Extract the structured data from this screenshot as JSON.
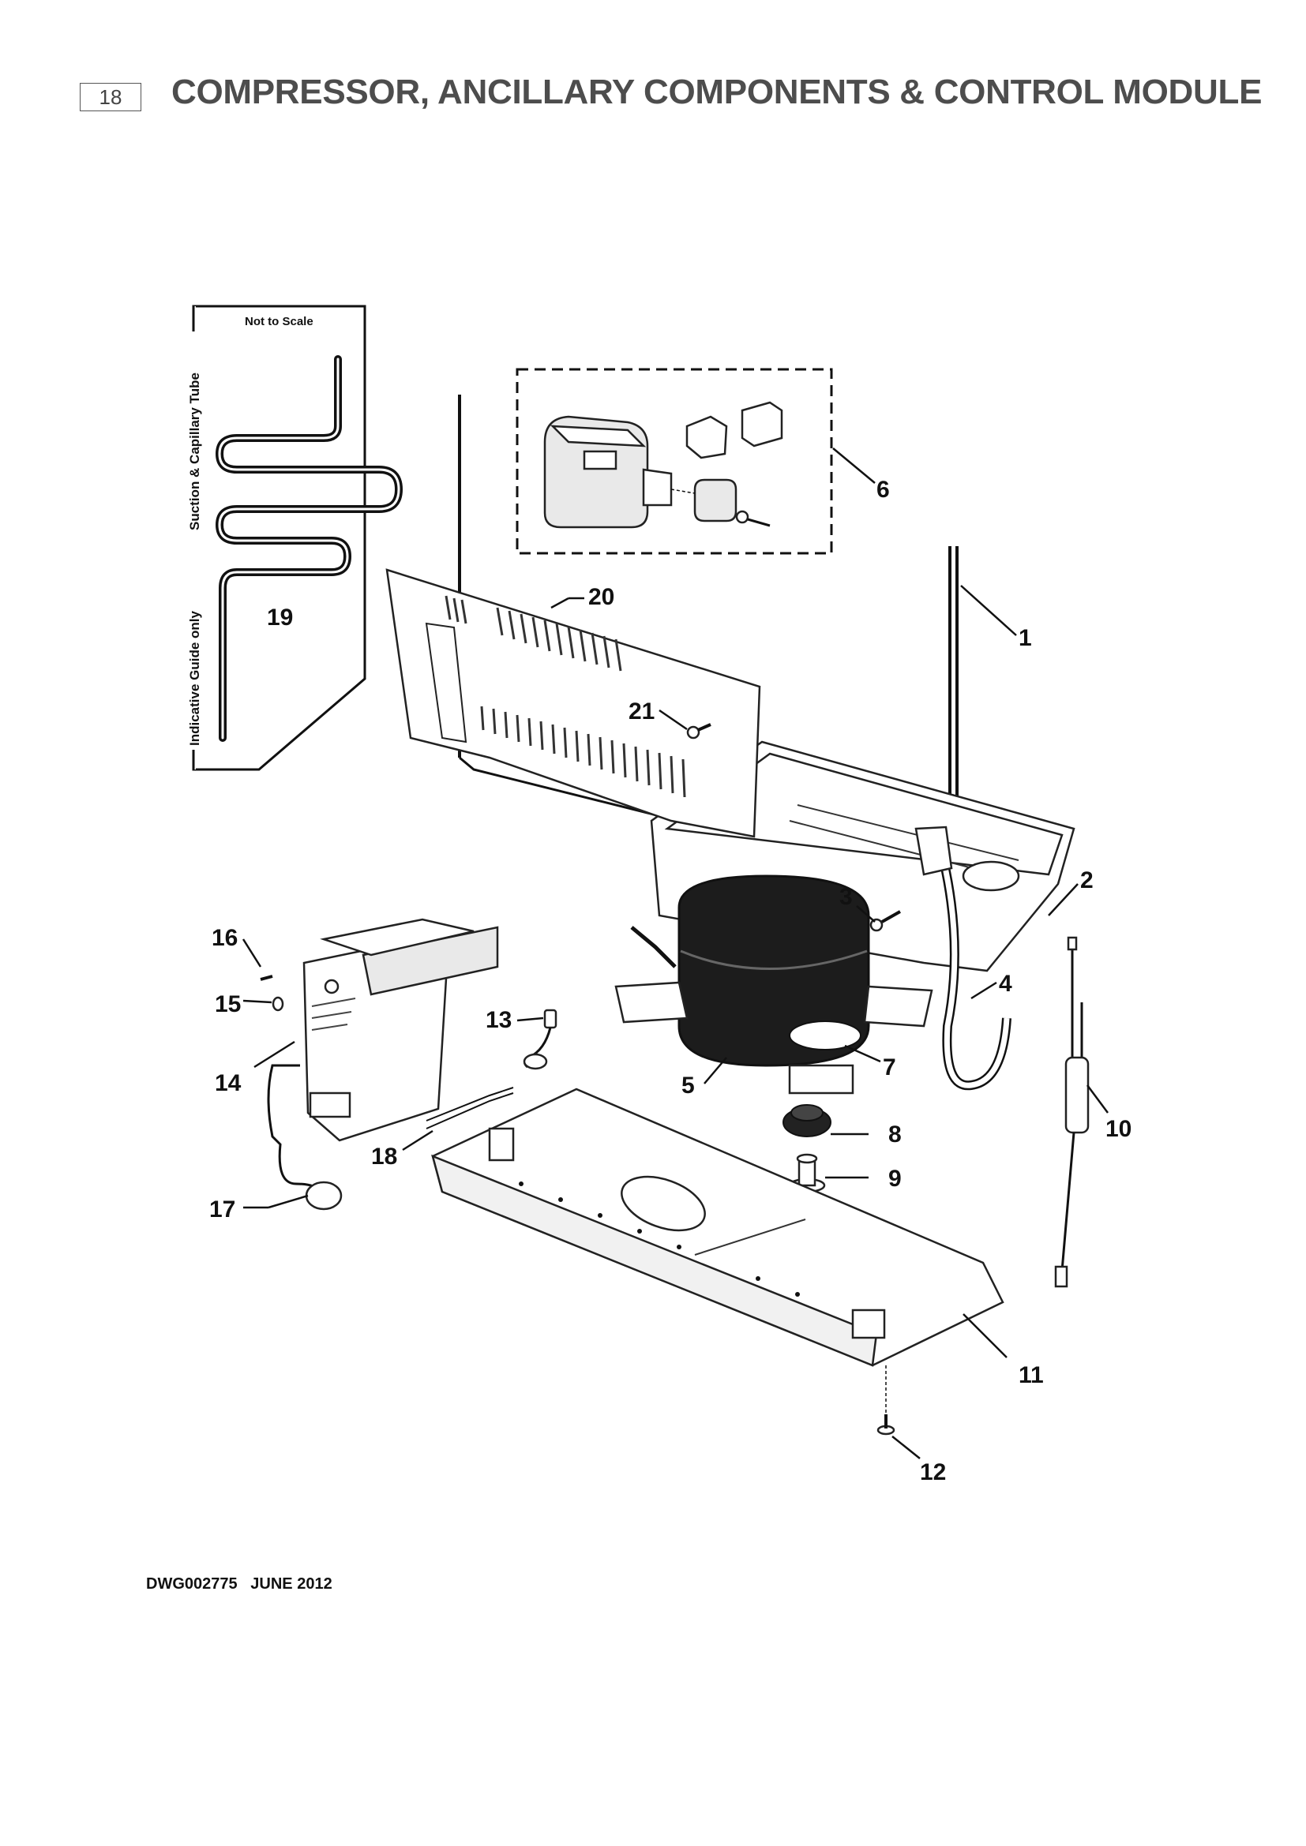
{
  "header": {
    "page_number": "18",
    "title": "COMPRESSOR, ANCILLARY COMPONENTS & CONTROL MODULE"
  },
  "inset": {
    "scale_note": "Not to Scale",
    "side_label_1": "Suction & Capillary Tube",
    "side_label_2": "Indicative Guide only"
  },
  "callouts": {
    "c1": "1",
    "c2": "2",
    "c3": "3",
    "c4": "4",
    "c5": "5",
    "c6": "6",
    "c7": "7",
    "c8": "8",
    "c9": "9",
    "c10": "10",
    "c11": "11",
    "c12": "12",
    "c13": "13",
    "c14": "14",
    "c15": "15",
    "c16": "16",
    "c17": "17",
    "c18": "18",
    "c19": "19",
    "c20": "20",
    "c21": "21"
  },
  "footer": {
    "drawing_number": "DWG002775",
    "date": "JUNE 2012"
  }
}
